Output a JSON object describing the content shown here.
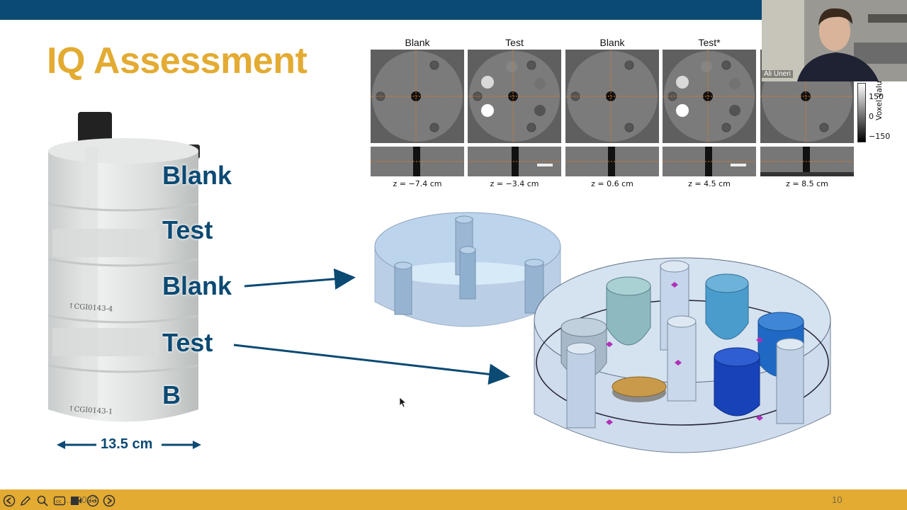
{
  "slide": {
    "title": "IQ Assessment",
    "page_number": "10",
    "footer_date": "..., 2023"
  },
  "phantom_labels": [
    "Blank",
    "Test",
    "Blank",
    "Test",
    "B"
  ],
  "phantom_engravings": [
    "↑CGI0143-4",
    "↑CGI0143-1"
  ],
  "dimension": "13.5 cm",
  "ct_figure": {
    "columns": [
      {
        "label": "Blank",
        "z": "z = −7.4 cm"
      },
      {
        "label": "Test",
        "z": "z = −3.4 cm"
      },
      {
        "label": "Blank",
        "z": "z = 0.6 cm"
      },
      {
        "label": "Test*",
        "z": "z = 4.5 cm"
      },
      {
        "label": "",
        "z": "z = 8.5 cm"
      }
    ],
    "colorbar": {
      "title": "Voxel value",
      "ticks": [
        "150",
        "0",
        "−150"
      ]
    }
  },
  "webcam": {
    "name": "Ali Uneri"
  },
  "colors": {
    "brand_blue": "#0b4a73",
    "brand_gold": "#e3ab32"
  },
  "controls": [
    "previous-icon",
    "pen-icon",
    "zoom-icon",
    "captions-icon",
    "screen-icon",
    "more-icon",
    "next-icon"
  ]
}
